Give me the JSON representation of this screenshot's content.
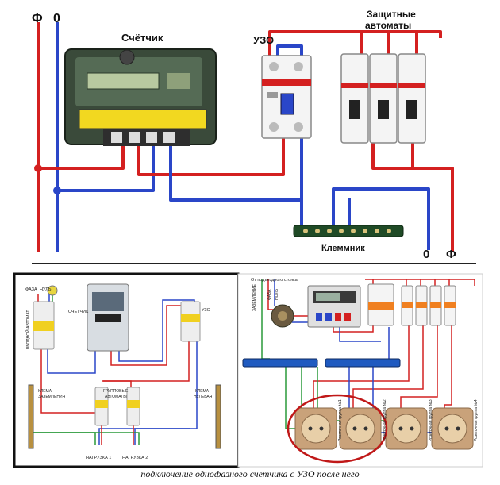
{
  "top_diagram": {
    "wire_labels": {
      "phase_left": "Ф",
      "neutral_left": "0",
      "neutral_right": "0",
      "phase_right": "Ф"
    },
    "meter_label": "Счётчик",
    "rcd_label": "УЗО",
    "breakers_label_line1": "Защитные",
    "breakers_label_line2": "автоматы",
    "terminal_label": "Клеммник"
  },
  "bottom_left": {
    "label_phase": "ФАЗА",
    "label_zero": "НУЛЬ",
    "label_input_breaker": "ВВОДНОЙ АВТОМАТ",
    "label_meter": "СЧЕТЧИК",
    "label_rcd": "УЗО",
    "label_group_breakers_1": "ГРУППОВЫЕ",
    "label_group_breakers_2": "АВТОМАТЫ",
    "label_ground_bus_1": "КЛЕМА",
    "label_ground_bus_2": "ЗАЗЕМЛЕНИЯ",
    "label_neutral_bus_1": "КЛЕМА",
    "label_neutral_bus_2": "НУЛЕВАЯ",
    "load_1": "НАГРУЗКА 1",
    "load_2": "НАГРУЗКА 2"
  },
  "bottom_right": {
    "label_from_riser": "От подъездного стояка",
    "label_ground": "ЗАЗЕМЛЕНИЕ",
    "label_phase": "ФАЗА",
    "label_zero": "НОЛЬ",
    "socket_group_1": "Розеточная группа №1",
    "socket_group_2": "Розеточная группа №2",
    "socket_group_3": "Розеточная группа №3",
    "socket_group_4": "Розеточная группа №4"
  },
  "caption": "подключение однофазного счетчика с УЗО после него",
  "colors": {
    "phase": "#d42020",
    "neutral": "#2a46c8",
    "ground": "#2a9a3a",
    "socket": "#c9a27a"
  }
}
